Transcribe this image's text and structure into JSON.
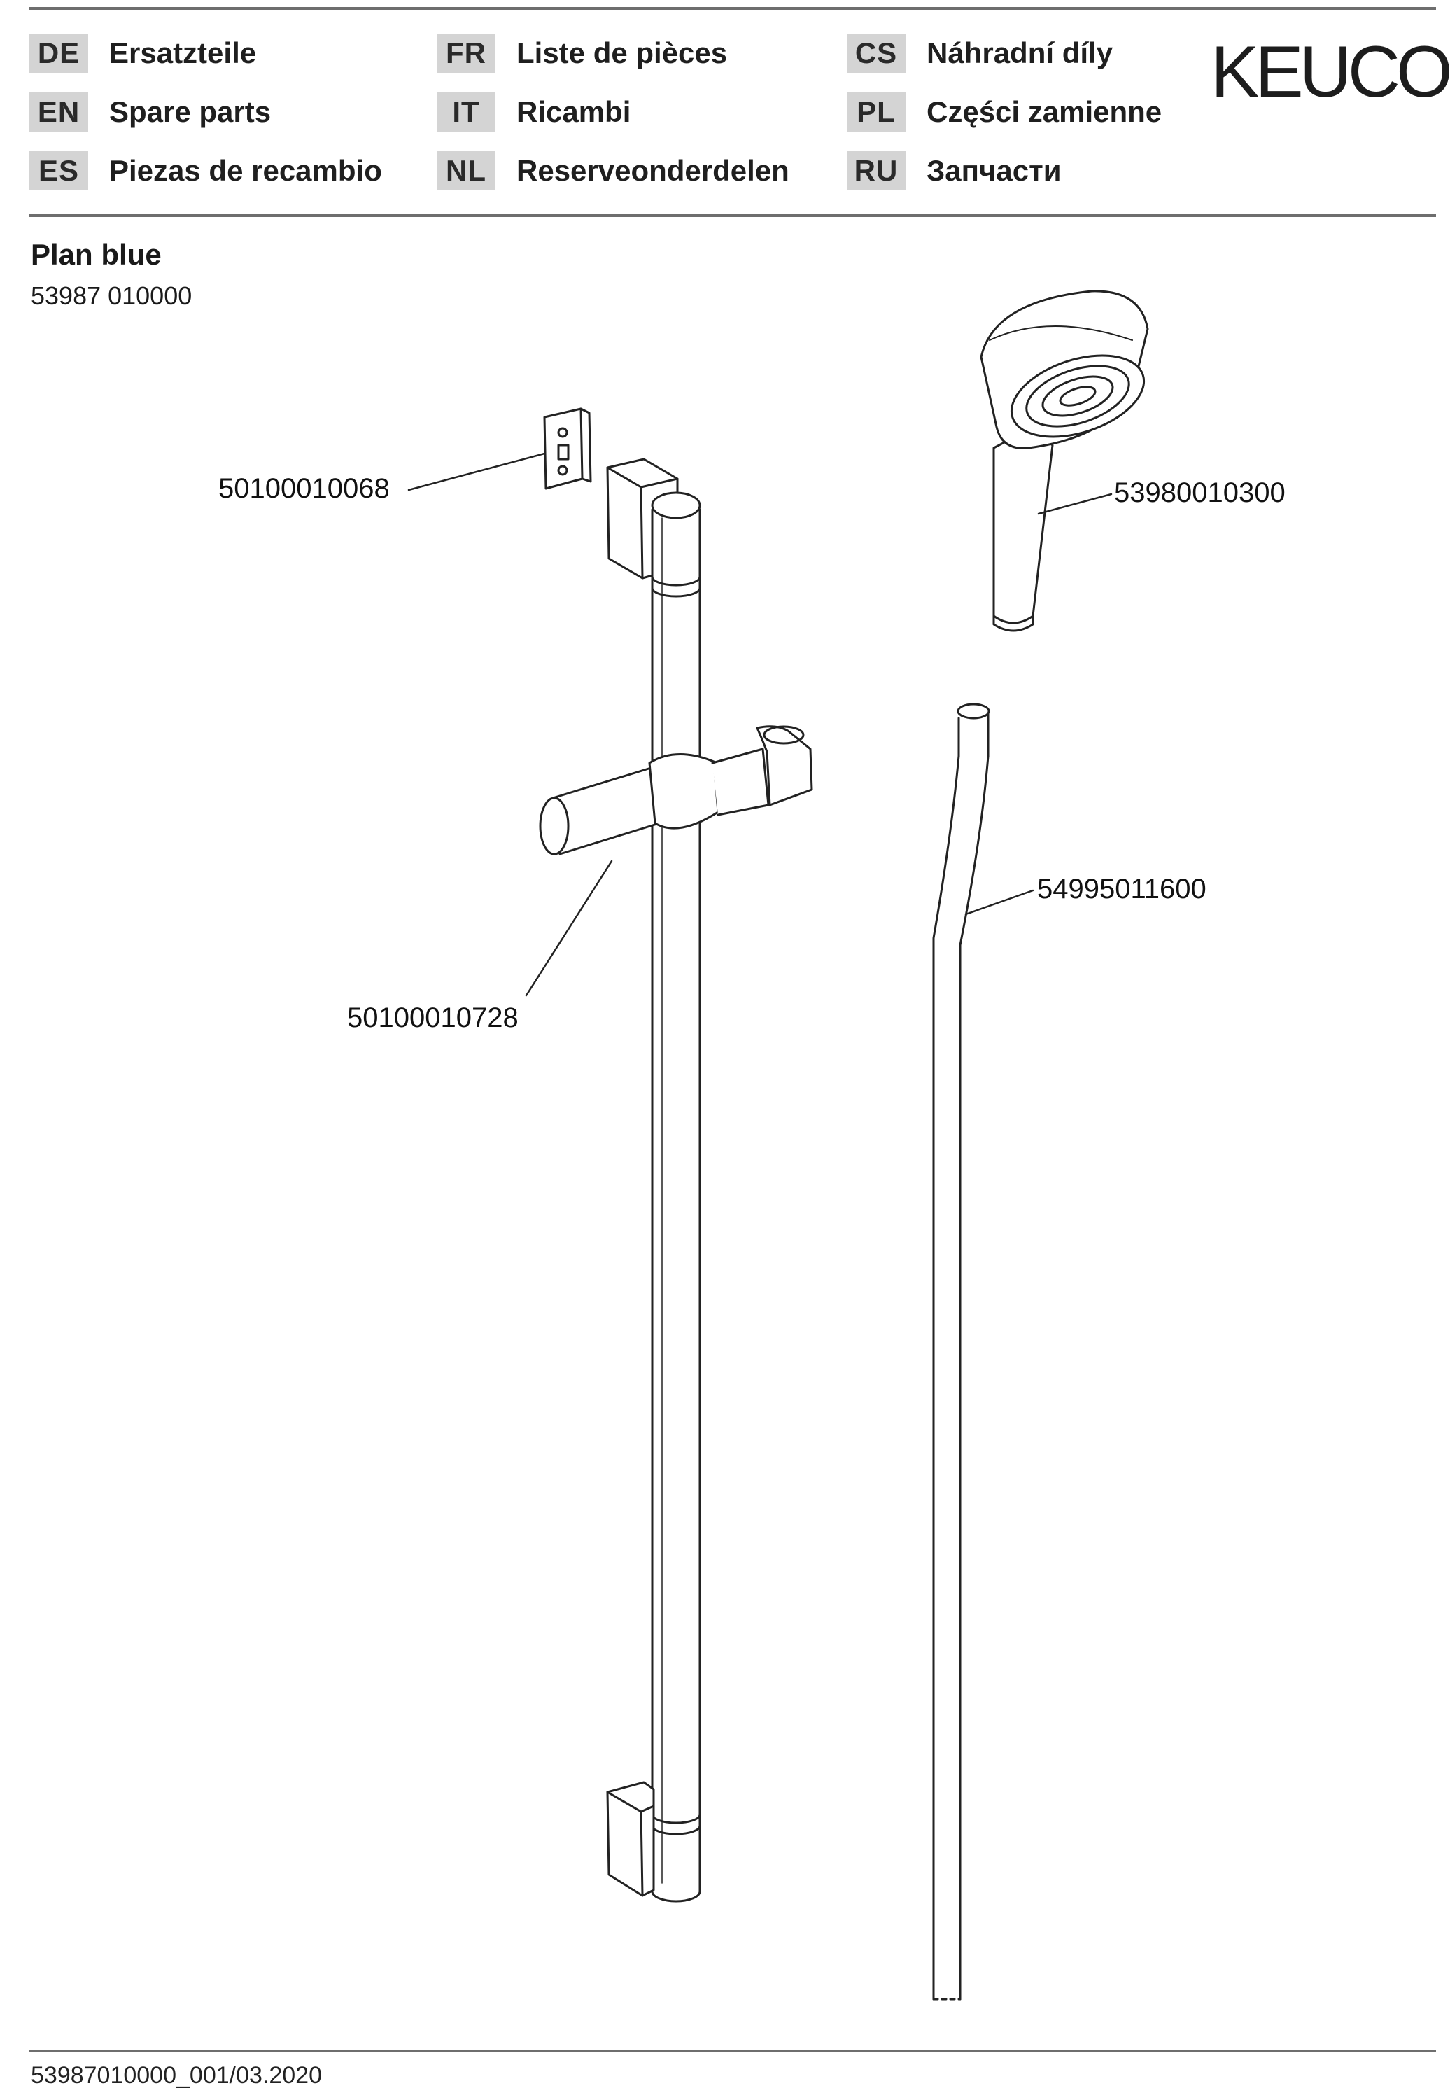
{
  "header": {
    "brand": "KEUCO",
    "languages": [
      {
        "code": "DE",
        "label": "Ersatzteile"
      },
      {
        "code": "EN",
        "label": "Spare parts"
      },
      {
        "code": "ES",
        "label": "Piezas de recambio"
      },
      {
        "code": "FR",
        "label": "Liste de pièces"
      },
      {
        "code": "IT",
        "label": "Ricambi"
      },
      {
        "code": "NL",
        "label": "Reserveonderdelen"
      },
      {
        "code": "CS",
        "label": "Náhradní díly"
      },
      {
        "code": "PL",
        "label": "Części zamienne"
      },
      {
        "code": "RU",
        "label": "Запчасти"
      }
    ]
  },
  "product": {
    "name": "Plan blue",
    "number": "53987 010000"
  },
  "parts": {
    "wall_bracket": "50100010068",
    "slider": "50100010728",
    "hand_shower": "53980010300",
    "hose": "54995011600"
  },
  "footer": {
    "doc_id": "53987010000_001/03.2020"
  }
}
